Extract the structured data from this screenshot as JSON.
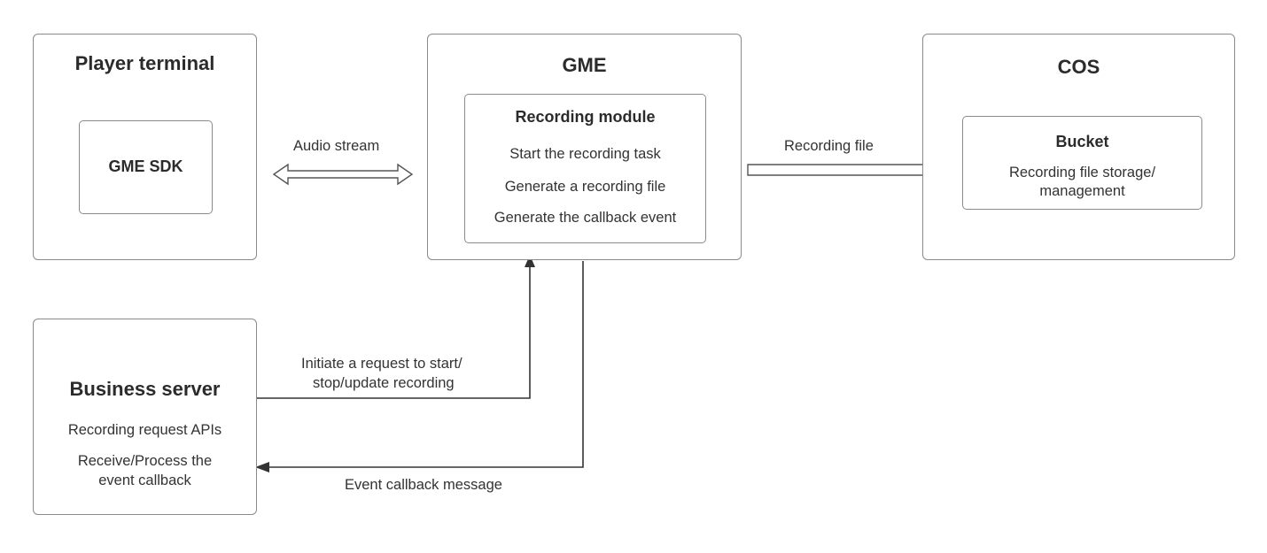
{
  "player": {
    "title": "Player terminal",
    "sdk": "GME SDK"
  },
  "gme": {
    "title": "GME",
    "module_title": "Recording module",
    "steps": [
      "Start the recording task",
      "Generate a recording file",
      "Generate the callback event"
    ]
  },
  "cos": {
    "title": "COS",
    "bucket_title": "Bucket",
    "bucket_desc_line1": "Recording file storage/",
    "bucket_desc_line2": "management"
  },
  "business": {
    "title": "Business server",
    "line1": "Recording request APIs",
    "line2a": "Receive/Process the",
    "line2b": "event callback"
  },
  "edges": {
    "audio_stream": "Audio stream",
    "recording_file": "Recording file",
    "request_line1": "Initiate a request to start/",
    "request_line2": "stop/update recording",
    "callback": "Event callback message"
  }
}
